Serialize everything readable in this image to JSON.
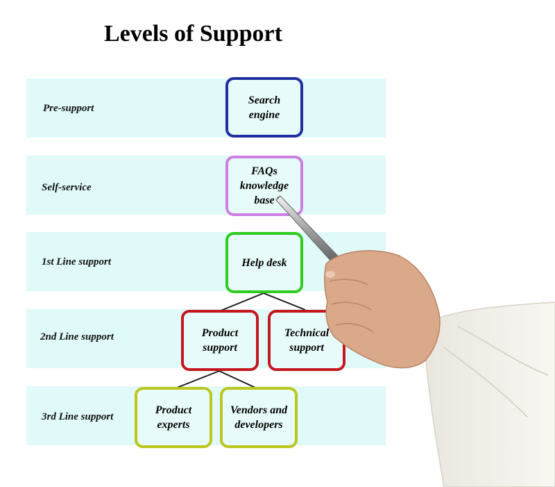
{
  "title": "Levels of Support",
  "levels": [
    {
      "label": "Pre-support"
    },
    {
      "label": "Self-service"
    },
    {
      "label": "1st Line support"
    },
    {
      "label": "2nd Line support"
    },
    {
      "label": "3rd Line support"
    }
  ],
  "nodes": {
    "search_engine": {
      "label": "Search\nengine",
      "color": "#1f2f9e"
    },
    "faqs": {
      "label": "FAQs\nknowledge\nbase",
      "color": "#cc7fe0"
    },
    "help_desk": {
      "label": "Help desk",
      "color": "#2ecc1f"
    },
    "product_support": {
      "label": "Product\nsupport",
      "color": "#c4171e"
    },
    "technical_support": {
      "label": "Technical\nsupport",
      "color": "#c4171e"
    },
    "product_experts": {
      "label": "Product\nexperts",
      "color": "#bcc61e"
    },
    "vendors": {
      "label": "Vendors and\ndevelopers",
      "color": "#bcc61e"
    }
  },
  "colors": {
    "band": "#e0fafa",
    "connector": "#1a1a1a"
  }
}
